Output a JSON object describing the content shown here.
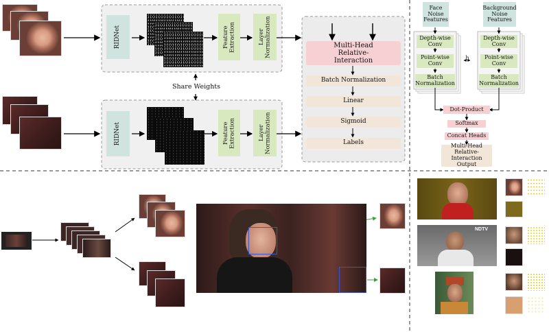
{
  "top_pipeline": {
    "ridnet": "RIDNet",
    "feature_extraction": "Feature Extraction",
    "layer_normalization": "Layer Normalization",
    "share_weights": "Share Weights"
  },
  "head": {
    "mhri": "Multi-Head Relative-Interaction",
    "batch_norm": "Batch Normalization",
    "linear": "Linear",
    "sigmoid": "Sigmoid",
    "labels": "Labels"
  },
  "mhri_detail": {
    "face_noise": "Face Noise Features",
    "background_noise": "Background Noise Features",
    "depthwise": "Depth-wise Conv",
    "pointwise": "Point-wise Conv",
    "batch_norm": "Batch Normalization",
    "h": "h",
    "dot_product": "Dot-Product",
    "softmax": "Softmax",
    "concat": "Concat Heads",
    "output": "Multi-Head Relative-Interaction Output"
  },
  "bottom_right": {
    "tv_logo": "NDTV"
  },
  "colors": {
    "ridnet": "#cfe4df",
    "green": "#d8e8bf",
    "pink": "#f6d0d2",
    "beige": "#f2e6d8",
    "panel": "#ececec",
    "box_blue": "#3a56c8",
    "arrow_green": "#33a63a"
  }
}
